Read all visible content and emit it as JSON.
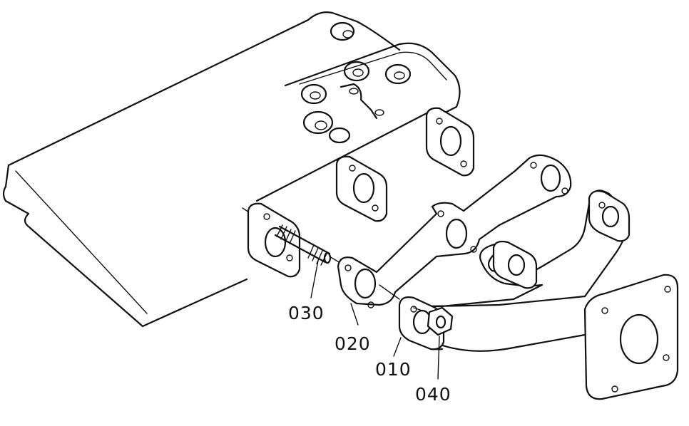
{
  "callouts": [
    {
      "id": "030",
      "label": "030"
    },
    {
      "id": "020",
      "label": "020"
    },
    {
      "id": "010",
      "label": "010"
    },
    {
      "id": "040",
      "label": "040"
    }
  ],
  "colors": {
    "line": "#111111",
    "background": "#ffffff"
  }
}
